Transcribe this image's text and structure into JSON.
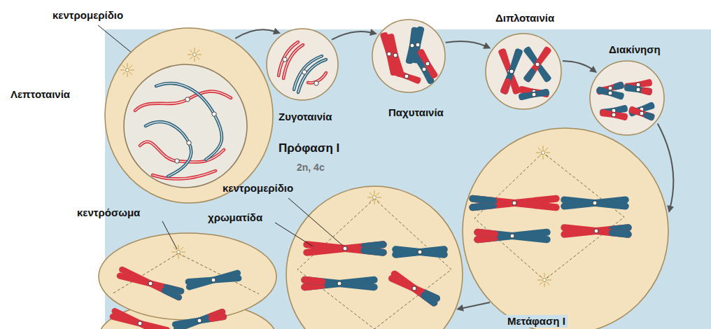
{
  "diagram": {
    "nodes": [
      {
        "text": [
          "Λεπτοταινία"
        ]
      },
      {
        "text": [
          "Ζυγοταινία"
        ]
      },
      {
        "text": [
          "Παχυταινία"
        ]
      },
      {
        "text": [
          "Διπλοταινία"
        ]
      },
      {
        "text": [
          "Διακίνηση"
        ]
      },
      {
        "text": [
          "Μετάφαση I"
        ]
      }
    ],
    "edges": [
      {
        "from": 0,
        "to": 1,
        "arrow": "to"
      },
      {
        "from": 1,
        "to": 2,
        "arrow": "to"
      },
      {
        "from": 2,
        "to": 3,
        "arrow": "to"
      },
      {
        "from": 3,
        "to": 4,
        "arrow": "to"
      },
      {
        "from": 4,
        "to": 5,
        "arrow": "to"
      }
    ],
    "labels": [
      "κεντρομερίδιο",
      "Πρόφαση I",
      "2n, 4c",
      "κεντρομερίδιο",
      "κεντρόσωμα",
      "χρωματίδα"
    ]
  }
}
